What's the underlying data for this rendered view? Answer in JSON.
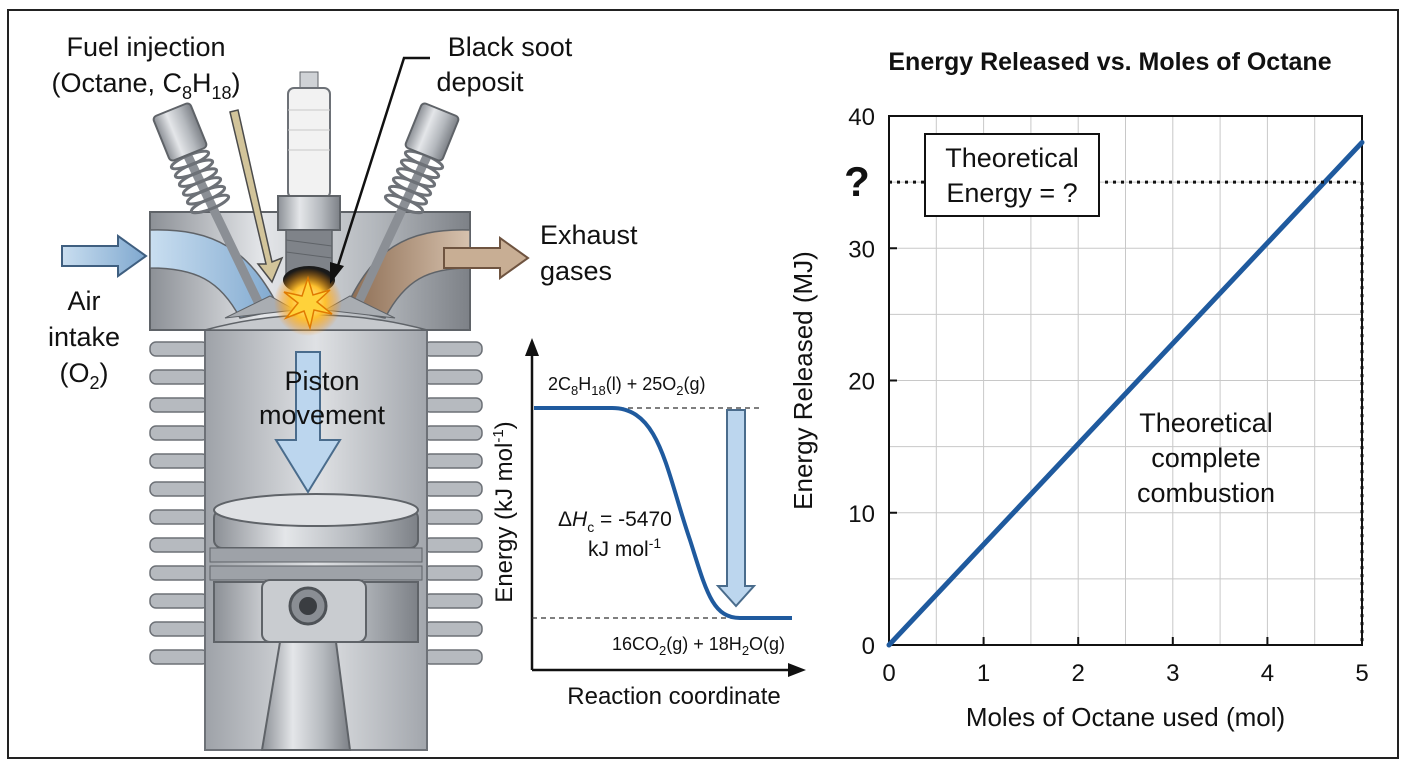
{
  "engine": {
    "fuel_injection": {
      "line1": "Fuel injection",
      "line2_pre": "(Octane, C",
      "sub1": "8",
      "mid": "H",
      "sub2": "18",
      "close": ")"
    },
    "soot": {
      "line1": "Black soot",
      "line2": "deposit"
    },
    "exhaust": {
      "line1": "Exhaust",
      "line2": "gases"
    },
    "air": {
      "line1": "Air",
      "line2": "intake",
      "line3_pre": "(O",
      "sub": "2",
      "close": ")"
    },
    "piston": {
      "line1": "Piston",
      "line2": "movement"
    }
  },
  "energy_diagram": {
    "reactants": {
      "a": "2C",
      "s1": "8",
      "b": "H",
      "s2": "18",
      "c": "(l) + 25O",
      "s3": "2",
      "d": "(g)"
    },
    "products": {
      "a": "16CO",
      "s1": "2",
      "b": "(g) + 18H",
      "s2": "2",
      "c": "O(g)"
    },
    "delta_h": {
      "delta": "Δ",
      "h": "H",
      "sub": "c",
      "value": " = -5470",
      "unit_pre": "kJ mol",
      "unit_sup": "-1"
    },
    "ylabel": {
      "pre": "Energy (kJ mol",
      "sup": "-1",
      "close": ")"
    },
    "xlabel": "Reaction coordinate"
  },
  "chart_data": {
    "type": "line",
    "title": "Energy Released vs. Moles of Octane",
    "xlabel": "Moles of Octane used (mol)",
    "ylabel": "Energy Released (MJ)",
    "xlim": [
      0,
      5
    ],
    "ylim": [
      0,
      40
    ],
    "xticks": [
      0,
      1,
      2,
      3,
      4,
      5
    ],
    "yticks": [
      0,
      10,
      20,
      30,
      40
    ],
    "grid": true,
    "series": [
      {
        "name": "Theoretical complete combustion",
        "x": [
          0,
          5
        ],
        "y": [
          0,
          38
        ],
        "color": "#1f5a9e"
      }
    ],
    "annotations": {
      "box_line1": "Theoretical",
      "box_line2": "Energy = ?",
      "question": "?",
      "target_y": 35,
      "target_x": 5,
      "series_label_line1": "Theoretical",
      "series_label_line2": "complete",
      "series_label_line3": "combustion"
    }
  },
  "colors": {
    "line": "#1f5a9e",
    "air": "#a8c8e6",
    "exhaust": "#b89a80",
    "metal": "#b8bcc2"
  }
}
